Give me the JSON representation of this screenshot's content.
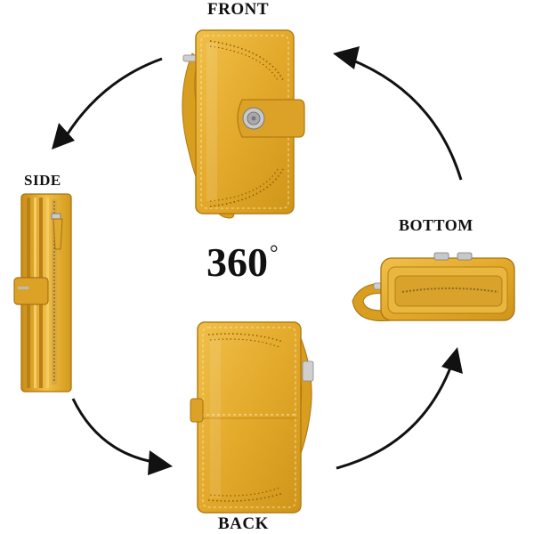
{
  "views": {
    "front": "FRONT",
    "side": "SIDE",
    "bottom": "BOTTOM",
    "back": "BACK"
  },
  "rotation": {
    "number": "360",
    "unit": "°"
  },
  "colors": {
    "leather": "#e3a92b",
    "leather_light": "#f2c553",
    "leather_dark": "#b57c12",
    "stitch": "#f6df9a",
    "metal": "#c8c8c8",
    "arrow": "#111111"
  }
}
